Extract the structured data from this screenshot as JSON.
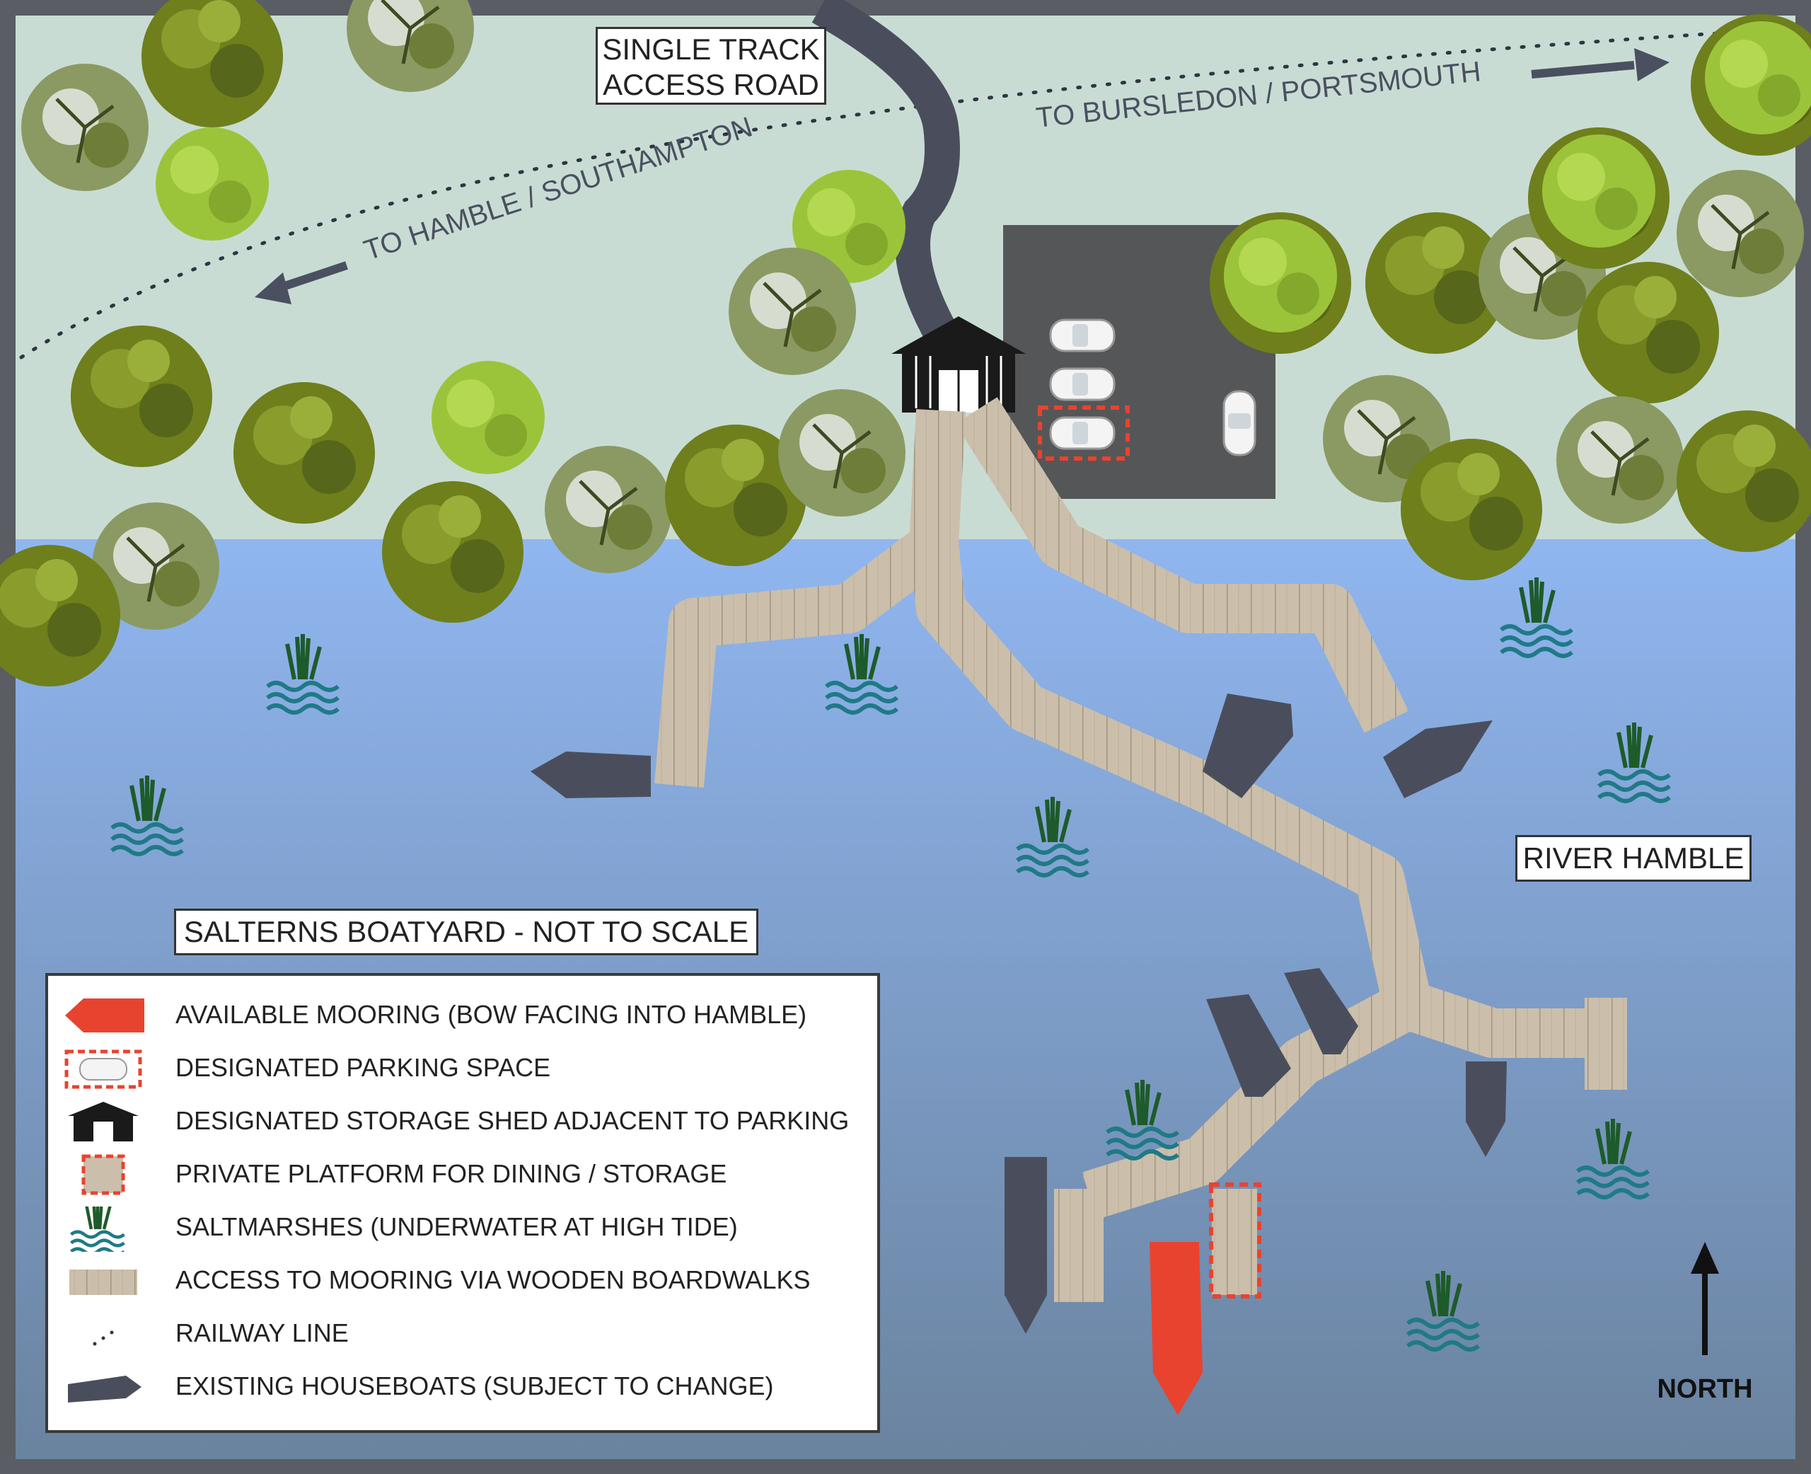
{
  "labels": {
    "road_line1": "SINGLE TRACK",
    "road_line2": "ACCESS ROAD",
    "to_hamble": "TO HAMBLE / SOUTHAMPTON",
    "to_bursledon": "TO BURSLEDON / PORTSMOUTH",
    "river": "RIVER HAMBLE",
    "title": "SALTERNS BOATYARD - NOT TO SCALE",
    "north": "NORTH"
  },
  "legend": [
    {
      "icon": "available-mooring-icon",
      "text": "AVAILABLE MOORING  (BOW FACING INTO HAMBLE)"
    },
    {
      "icon": "parking-space-icon",
      "text": "DESIGNATED PARKING SPACE"
    },
    {
      "icon": "storage-shed-icon",
      "text": "DESIGNATED STORAGE SHED ADJACENT TO PARKING"
    },
    {
      "icon": "private-platform-icon",
      "text": "PRIVATE PLATFORM FOR DINING / STORAGE"
    },
    {
      "icon": "saltmarsh-icon",
      "text": "SALTMARSHES (UNDERWATER AT HIGH TIDE)"
    },
    {
      "icon": "boardwalk-icon",
      "text": "ACCESS TO MOORING VIA WOODEN BOARDWALKS"
    },
    {
      "icon": "railway-icon",
      "text": "RAILWAY LINE"
    },
    {
      "icon": "houseboat-icon",
      "text": "EXISTING HOUSEBOATS (SUBJECT TO CHANGE)"
    }
  ],
  "colors": {
    "land": "#c9dcd4",
    "water_top": "#8fb4ee",
    "water_bottom": "#6c85a6",
    "boardwalk": "#c9bca8",
    "houseboat": "#4a4e5c",
    "available_mooring": "#e8432f",
    "parking_outline": "#e8432f",
    "car_park": "#555658",
    "saltmarsh_wave": "#1f7a86",
    "tree_dark": "#6a7a1c",
    "tree_light": "#9cc13a",
    "frame": "#5a5d63"
  }
}
